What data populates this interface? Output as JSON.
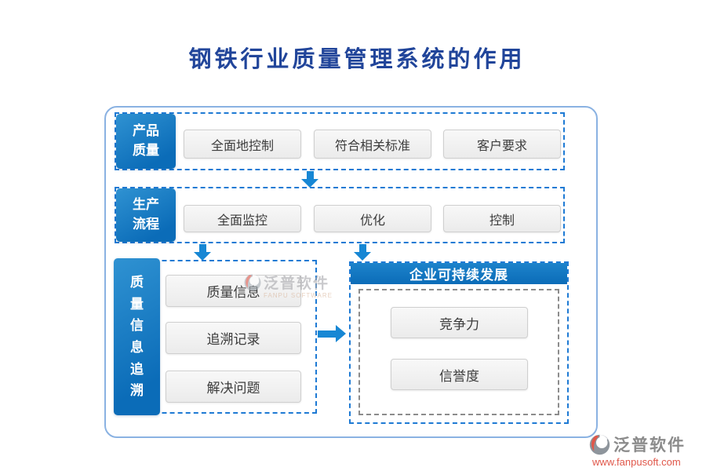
{
  "title": "钢铁行业质量管理系统的作用",
  "colors": {
    "primary_blue": "#0d74c4",
    "dashed_border_blue": "#1e7ad4",
    "dashed_border_gray": "#8c8c8c",
    "arrow_blue": "#1787d4",
    "container_border": "#8ab2e2",
    "title_blue": "#21459a",
    "brand_red": "#e0574a",
    "brand_gray": "#8b8b8b"
  },
  "rows": [
    {
      "label": "产品质量",
      "items": [
        "全面地控制",
        "符合相关标准",
        "客户要求"
      ]
    },
    {
      "label": "生产流程",
      "items": [
        "全面监控",
        "优化",
        "控制"
      ]
    },
    {
      "label": "质量信息追溯",
      "items": [
        "质量信息",
        "追溯记录",
        "解决问题"
      ]
    }
  ],
  "outcome": {
    "header": "企业可持续发展",
    "items": [
      "竞争力",
      "信誉度"
    ]
  },
  "watermark_center": {
    "brand": "泛普软件",
    "subbrand": "FANPU SOFTWARE"
  },
  "brand_footer": {
    "brand": "泛普软件",
    "url": "www.fanpusoft.com"
  }
}
